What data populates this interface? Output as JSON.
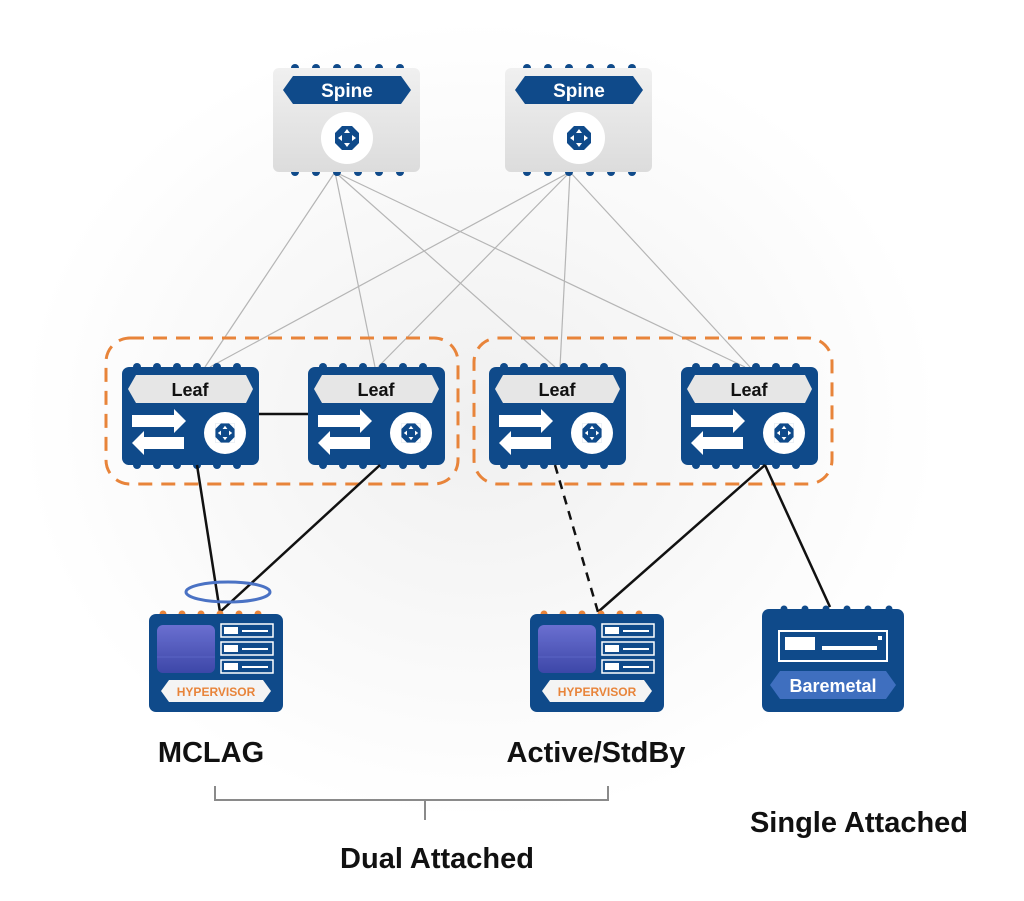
{
  "diagram": {
    "colors": {
      "device_blue": "#0f4a8a",
      "spine_body": "#e6e6e6",
      "accent_orange": "#e8843a",
      "link_gray": "#b5b5b5",
      "link_black": "#111111",
      "lag_ring": "#4a72c4",
      "text_dark": "#111111"
    },
    "spines": [
      {
        "id": "spine-1",
        "label": "Spine"
      },
      {
        "id": "spine-2",
        "label": "Spine"
      }
    ],
    "leaf_groups": [
      {
        "id": "group-mclag",
        "leaves": [
          {
            "id": "leaf-1",
            "label": "Leaf"
          },
          {
            "id": "leaf-2",
            "label": "Leaf"
          }
        ]
      },
      {
        "id": "group-right",
        "leaves": [
          {
            "id": "leaf-3",
            "label": "Leaf"
          },
          {
            "id": "leaf-4",
            "label": "Leaf"
          }
        ]
      }
    ],
    "servers": [
      {
        "id": "server-mclag",
        "type": "hypervisor",
        "tag": "HYPERVISOR",
        "caption": "MCLAG"
      },
      {
        "id": "server-active-standby",
        "type": "hypervisor",
        "tag": "HYPERVISOR",
        "caption": "Active/StdBy"
      },
      {
        "id": "server-baremetal",
        "type": "baremetal",
        "tag": "Baremetal",
        "caption": ""
      }
    ],
    "links": [
      {
        "from": "spine-1",
        "to": "leaf-1",
        "style": "uplink"
      },
      {
        "from": "spine-1",
        "to": "leaf-2",
        "style": "uplink"
      },
      {
        "from": "spine-1",
        "to": "leaf-3",
        "style": "uplink"
      },
      {
        "from": "spine-1",
        "to": "leaf-4",
        "style": "uplink"
      },
      {
        "from": "spine-2",
        "to": "leaf-1",
        "style": "uplink"
      },
      {
        "from": "spine-2",
        "to": "leaf-2",
        "style": "uplink"
      },
      {
        "from": "spine-2",
        "to": "leaf-3",
        "style": "uplink"
      },
      {
        "from": "spine-2",
        "to": "leaf-4",
        "style": "uplink"
      },
      {
        "from": "leaf-1",
        "to": "leaf-2",
        "style": "peer"
      },
      {
        "from": "leaf-1",
        "to": "server-mclag",
        "style": "solid"
      },
      {
        "from": "leaf-2",
        "to": "server-mclag",
        "style": "solid"
      },
      {
        "from": "leaf-3",
        "to": "server-active-standby",
        "style": "dashed"
      },
      {
        "from": "leaf-4",
        "to": "server-active-standby",
        "style": "solid"
      },
      {
        "from": "leaf-4",
        "to": "server-baremetal",
        "style": "solid"
      }
    ],
    "groups": {
      "dual_attached": "Dual Attached",
      "single_attached": "Single Attached"
    }
  }
}
